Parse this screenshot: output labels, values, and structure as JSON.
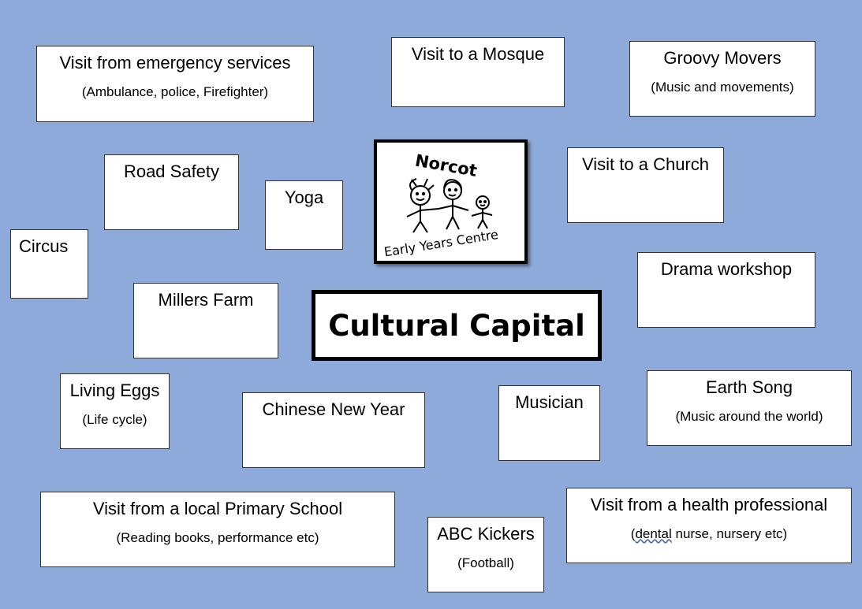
{
  "title": "Cultural Capital",
  "logo": {
    "line1": "Norcot",
    "line2": "Early Years Centre"
  },
  "colors": {
    "background": "#8eaadb",
    "box": "#ffffff",
    "border": "#333333"
  },
  "boxes": {
    "emergency": {
      "title": "Visit from emergency services",
      "subtitle": "(Ambulance, police, Firefighter)"
    },
    "mosque": {
      "title": "Visit to a Mosque"
    },
    "groovy": {
      "title": "Groovy Movers",
      "subtitle": "(Music and movements)"
    },
    "road": {
      "title": "Road Safety"
    },
    "yoga": {
      "title": "Yoga"
    },
    "church": {
      "title": "Visit to a Church"
    },
    "circus": {
      "title": "Circus"
    },
    "drama": {
      "title": "Drama workshop"
    },
    "millers": {
      "title": "Millers Farm"
    },
    "eggs": {
      "title": "Living Eggs",
      "subtitle": "(Life cycle)"
    },
    "chinese": {
      "title": "Chinese New Year"
    },
    "musician": {
      "title": "Musician"
    },
    "earth": {
      "title": "Earth Song",
      "subtitle": "(Music around the world)"
    },
    "primary": {
      "title": "Visit from a local Primary School",
      "subtitle": "(Reading books, performance etc)"
    },
    "abc": {
      "title": "ABC Kickers",
      "subtitle": "(Football)"
    },
    "health": {
      "title": "Visit from a health professional",
      "subtitle_open": "(",
      "subtitle_word": "dental",
      "subtitle_rest": " nurse, nursery etc)"
    }
  }
}
